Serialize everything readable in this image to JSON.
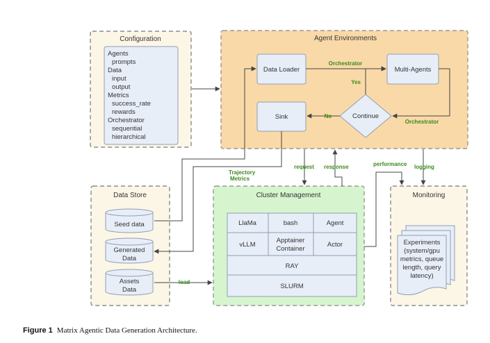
{
  "colors": {
    "config_fill": "#fcf6e6",
    "agent_env_fill": "#fad9a8",
    "cluster_fill": "#d6f5cf",
    "box_fill": "#e8eef8",
    "box_stroke": "#8e9db5",
    "edge_label": "#3a8a1f"
  },
  "configuration": {
    "title": "Configuration",
    "items": [
      "Agents",
      "prompts",
      "Data",
      "input",
      "output",
      "Metrics",
      "success_rate",
      "rewards",
      "Orchestrator",
      "sequential",
      "hierarchical"
    ]
  },
  "agent_env": {
    "title": "Agent Environments",
    "data_loader": "Data Loader",
    "multi_agents": "Multi-Agents",
    "sink": "Sink",
    "continue": "Continue"
  },
  "edge_labels": {
    "orchestrator_top": "Orchestrator",
    "yes": "Yes",
    "no": "No",
    "orchestrator_bottom": "Orchestrator",
    "trajectory_1": "Trajectory",
    "trajectory_2": "Metrics",
    "request": "request",
    "response": "response",
    "performance": "performance",
    "logging": "logging",
    "load": "load"
  },
  "data_store": {
    "title": "Data Store",
    "seed_data": "Seed data",
    "generated_1": "Generated",
    "generated_2": "Data",
    "assets_1": "Assets",
    "assets_2": "Data"
  },
  "cluster": {
    "title": "Cluster Management",
    "llama": "LlaMa",
    "bash": "bash",
    "agent": "Agent",
    "vllm": "vLLM",
    "apptainer_1": "Apptainer",
    "apptainer_2": "Container",
    "actor": "Actor",
    "ray": "RAY",
    "slurm": "SLURM"
  },
  "monitoring": {
    "title": "Monitoring",
    "exp_lines": [
      "Experiments",
      "(system/gpu",
      "metrics, queue",
      "length, query",
      "latency)"
    ]
  },
  "caption": {
    "label": "Figure 1",
    "text": "Matrix Agentic Data Generation Architecture."
  }
}
